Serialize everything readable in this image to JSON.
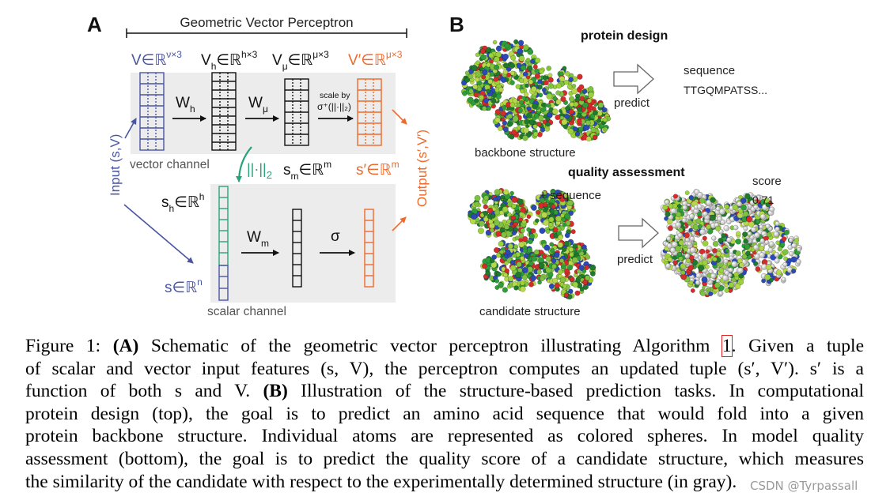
{
  "panel_a": {
    "letter": "A",
    "title": "Geometric Vector Perceptron",
    "labels": {
      "v_in": "V∈ℝ",
      "v_in_sup": "ν×3",
      "vh": "V",
      "vh_sub": "h",
      "vh_rest": "∈ℝ",
      "vh_sup": "h×3",
      "vmu": "V",
      "vmu_sub": "μ",
      "vmu_rest": "∈ℝ",
      "vmu_sup": "μ×3",
      "v_out": "V′∈ℝ",
      "v_out_sup": "μ×3",
      "wh": "W",
      "wh_sub": "h",
      "wmu": "W",
      "wmu_sub": "μ",
      "scale_by": "scale by",
      "scale_expr": "σ⁺(||·||₂)",
      "vector_channel": "vector channel",
      "norm": "||·||",
      "norm_sub": "2",
      "sm": "s",
      "sm_sub": "m",
      "sm_rest": "∈ℝ",
      "sm_sup": "m",
      "s_out": "s′∈ℝ",
      "s_out_sup": "m",
      "sh": "s",
      "sh_sub": "h",
      "sh_rest": "∈ℝ",
      "sh_sup": "h",
      "s_in": "s∈ℝ",
      "s_in_sup": "n",
      "wm": "W",
      "wm_sub": "m",
      "sigma": "σ",
      "scalar_channel": "scalar channel",
      "input": "Input (s,V)",
      "output": "Output (s′,V′)"
    },
    "colors": {
      "blue": "#4a55a2",
      "green": "#2aa37a",
      "orange": "#ef6a2a",
      "panel_bg": "#ececec",
      "dark": "#111111"
    }
  },
  "panel_b": {
    "letter": "B",
    "protein_design": "protein design",
    "sequence_label": "sequence",
    "sequence_value": "TTGQMPATSS...",
    "predict_1": "predict",
    "backbone_structure": "backbone structure",
    "quality_assessment": "quality assessment",
    "plus_sequence": "+ sequence",
    "score_label": "score",
    "score_value": "0.71",
    "predict_2": "predict",
    "candidate_structure": "candidate structure"
  },
  "caption": {
    "l1a": "Figure 1: ",
    "l1b": "(A)",
    "l1c": " Schematic of the geometric vector perceptron illustrating Algorithm ",
    "l1ref": "1",
    "l1d": ". Given a tuple",
    "l2": "of scalar and vector input features (s, V), the perceptron computes an updated tuple (s′, V′). s′ is a",
    "l3a": "function of both s and V. ",
    "l3b": "(B)",
    "l3c": " Illustration of the structure-based prediction tasks. In computational",
    "l4": "protein design (top), the goal is to predict an amino acid sequence that would fold into a given",
    "l5": "protein backbone structure. Individual atoms are represented as colored spheres. In model quality",
    "l6": "assessment (bottom), the goal is to predict the quality score of a candidate structure, which measures",
    "l7": "the similarity of the candidate with respect to the experimentally determined structure (in gray)."
  },
  "watermark": "CSDN @Tyrpassall"
}
